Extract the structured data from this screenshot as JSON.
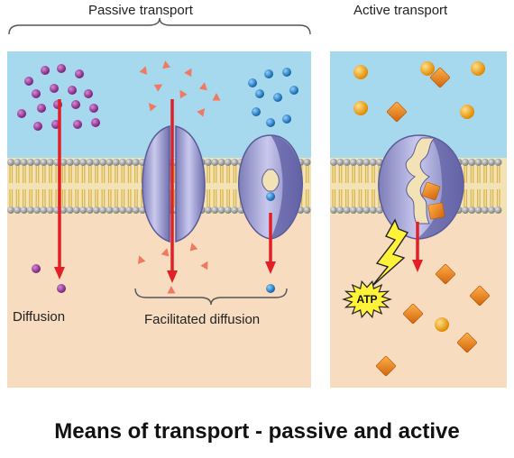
{
  "labels": {
    "passive_header": "Passive transport",
    "active_header": "Active transport",
    "diffusion": "Diffusion",
    "facilitated_diffusion": "Facilitated diffusion",
    "atp": "ATP",
    "caption": "Means of transport - passive and active"
  },
  "colors": {
    "outside": "#a6d8ee",
    "inside": "#f8dcc0",
    "lipid_head": "#9a9a9a",
    "lipid_tail": "#e3c35a",
    "protein": "#a9a9d8",
    "protein_dark": "#6f6fb0",
    "arrow": "#e21f26",
    "diffusion_particle": "#8e2f8e",
    "facilitated_triangle": "#ef7a62",
    "facilitated_sphere": "#1d7fc9",
    "active_sphere": "#f4a519",
    "active_diamond": "#e8801a",
    "atp_burst": "#fff33a"
  }
}
